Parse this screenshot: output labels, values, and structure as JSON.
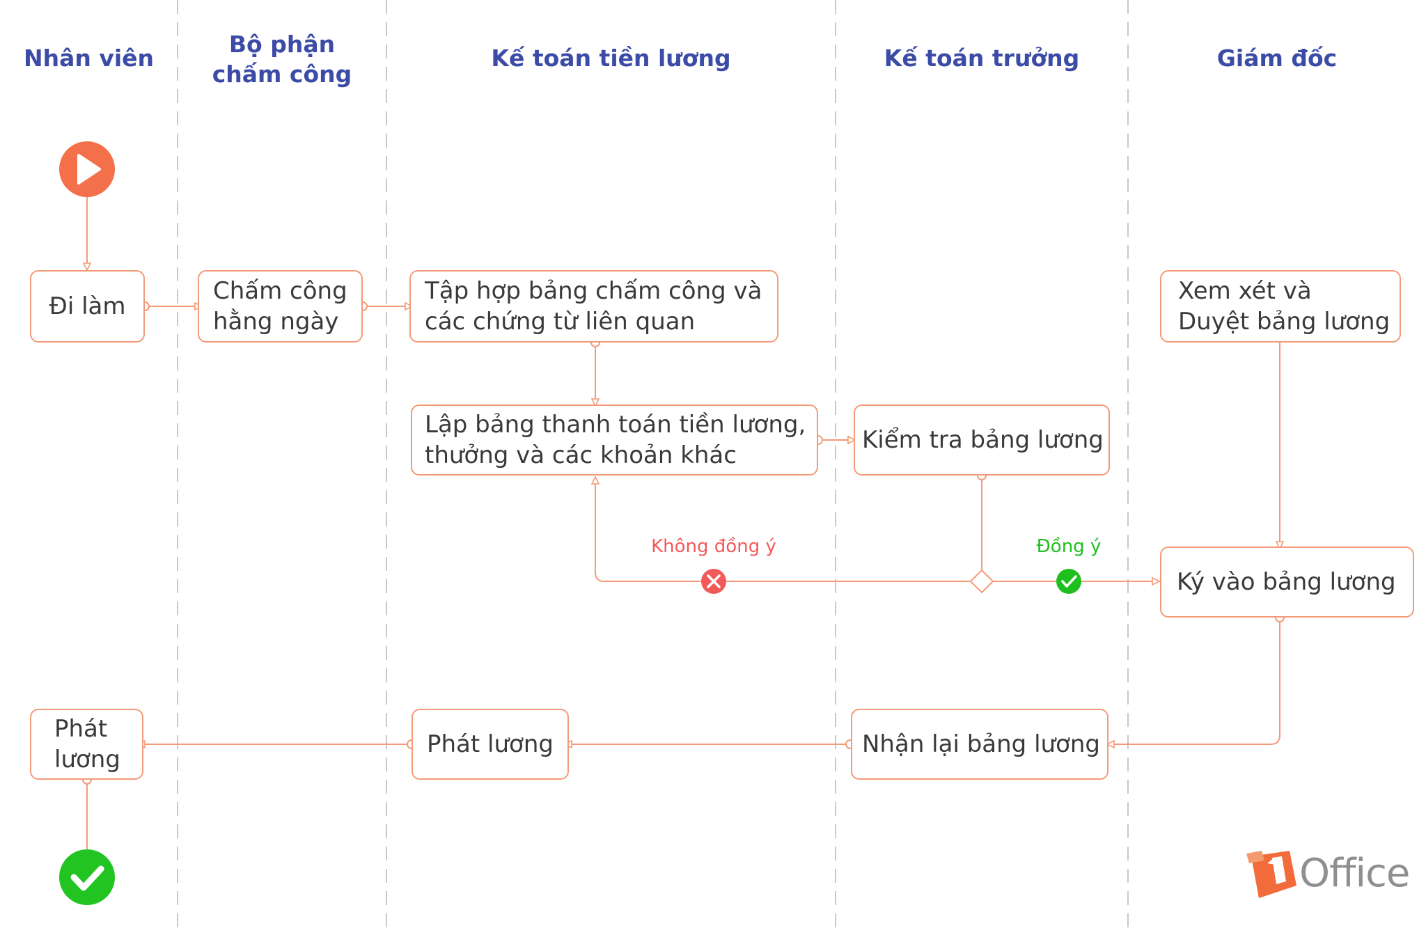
{
  "lanes": [
    {
      "title": "Nhân viên"
    },
    {
      "title": "Bộ phận\nchấm công"
    },
    {
      "title": "Kế toán tiền lương"
    },
    {
      "title": "Kế toán trưởng"
    },
    {
      "title": "Giám đốc"
    }
  ],
  "nodes": {
    "di_lam": "Đi làm",
    "cham_cong": "Chấm công\nhằng ngày",
    "tap_hop": "Tập hợp bảng chấm công và\ncác chứng từ liên quan",
    "lap_bang": "Lập bảng thanh toán tiền lương,\nthưởng và các khoản khác",
    "kiem_tra": "Kiểm tra bảng lương",
    "xem_xet": "Xem xét và\nDuyệt bảng lương",
    "ky_vao": "Ký vào bảng lương",
    "nhan_lai": "Nhận lại bảng lương",
    "phat_luong_kt": "Phát lương",
    "phat_luong_nv": "Phát\nlương"
  },
  "decisions": {
    "reject": "Không đồng ý",
    "accept": "Đồng ý"
  },
  "logo": {
    "text": "Office",
    "mark": "1"
  },
  "colors": {
    "lane_title": "#3b4ba6",
    "connector": "#f49a78",
    "start": "#f4704a",
    "end": "#22c422",
    "reject": "#f25a5a",
    "accept": "#1ec01e",
    "logo_orange": "#f26b3a",
    "logo_gray": "#8f8f8f"
  }
}
